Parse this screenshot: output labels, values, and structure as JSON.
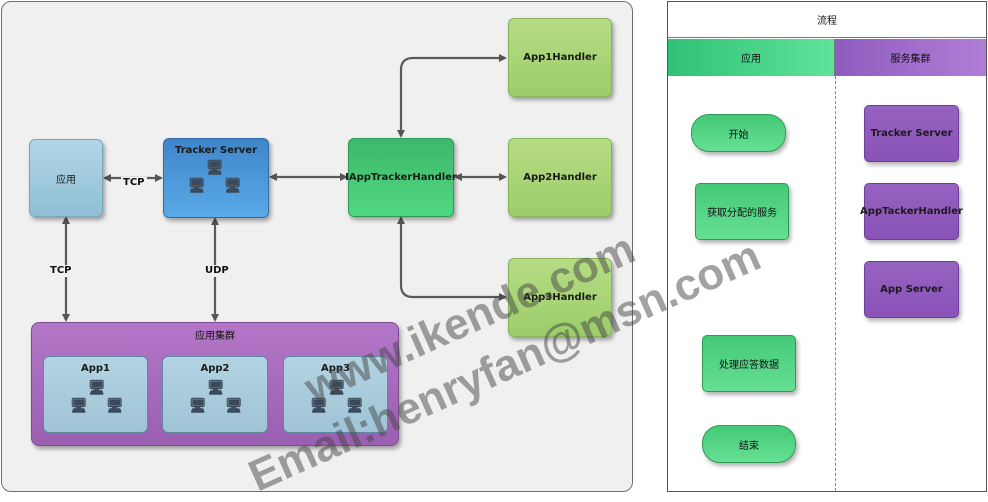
{
  "left_diagram": {
    "nodes": {
      "app": "应用",
      "tracker": "Tracker Server",
      "iapp": "IAppTrackerHandler",
      "h1": "App1Handler",
      "h2": "App2Handler",
      "h3": "App3Handler",
      "cluster": "应用集群",
      "a1": "App1",
      "a2": "App2",
      "a3": "App3"
    },
    "edges": {
      "tcp_top": "TCP",
      "tcp_left": "TCP",
      "udp": "UDP"
    }
  },
  "flow": {
    "title": "流程",
    "lanes": [
      "应用",
      "服务集群"
    ],
    "lane_colors": [
      "#3ecf80",
      "#9b6bc6"
    ],
    "nodes": {
      "start": "开始",
      "get_service": "获取分配的服务",
      "process": "处理应答数据",
      "end": "结束",
      "tracker": "Tracker Server",
      "app_tracker": "AppTackerHandler",
      "app_server": "App Server"
    }
  },
  "watermark": {
    "line1": "www.ikende.com",
    "line2": "Email:henryfan@msn.com"
  },
  "colors": {
    "tracker": "#4a97d8",
    "iapp": "#45c774",
    "handler": "#a9d479",
    "cluster": "#a86bbd",
    "app": "#9fc9dc",
    "flow_purple": "#8f58bb",
    "flow_green": "#50d385"
  },
  "icons": [
    "server-icon",
    "arrow-icon"
  ]
}
